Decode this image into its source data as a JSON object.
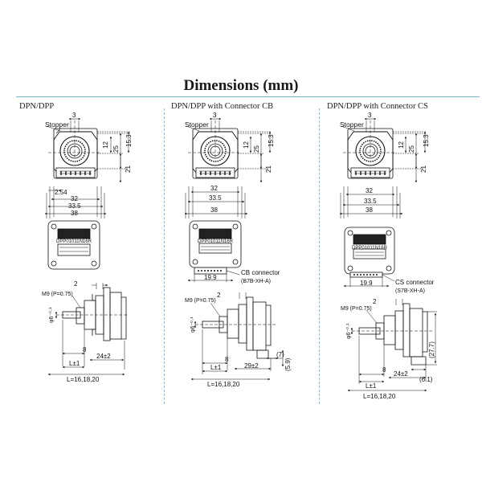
{
  "page_title": "Dimensions (mm)",
  "columns": [
    {
      "heading": "DPN/DPP",
      "labels": {
        "stopper": "Stopper",
        "d3": "3",
        "d12": "12",
        "d15_3": "15.3",
        "d25": "25",
        "d21": "21",
        "d2_54": "2.54",
        "d32": "32",
        "d33_5": "33.5",
        "d38": "38",
        "part_number": "DPP01011N16R",
        "m9": "M9 (P=0.75)",
        "d2": "2",
        "shaft_dia": "φ6⁻⁰·¹",
        "d8": "8",
        "d24": "24±2",
        "L_tol": "L±1",
        "L_values": "L=16,18,20"
      }
    },
    {
      "heading": "DPN/DPP with Connector CB",
      "labels": {
        "stopper": "Stopper",
        "d3": "3",
        "d12": "12",
        "d15_3": "15.3",
        "d25": "25",
        "d21": "21",
        "d32": "32",
        "d33_5": "33.5",
        "d38": "38",
        "part_number": "DPP01011N16R",
        "d19_9": "19.9",
        "connector": "CB connector",
        "connector_type": "(B7B-XH-A)",
        "m9": "M9 (P=0.75)",
        "d2": "2",
        "shaft_dia": "φ6⁻⁰·¹",
        "d8": "8",
        "d7": "(7)",
        "d29": "29±2",
        "d5_9": "(5.9)",
        "L_tol": "L±1",
        "L_values": "L=16,18,20"
      }
    },
    {
      "heading": "DPN/DPP with Connector CS",
      "labels": {
        "stopper": "Stopper",
        "d3": "3",
        "d12": "12",
        "d15_3": "15.3",
        "d25": "25",
        "d21": "21",
        "d32": "32",
        "d33_5": "33.5",
        "d38": "38",
        "part_number": "DPP01011N16R",
        "d19_9": "19.9",
        "connector": "CS connector",
        "connector_type": "(S7B-XH-A)",
        "m9": "M9 (P=0.75)",
        "d2": "2",
        "shaft_dia": "φ6⁻⁰·¹",
        "d8": "8",
        "d27_7": "(27.7)",
        "d24": "24±2",
        "d6_1": "(6.1)",
        "L_tol": "L±1",
        "L_values": "L=16,18,20"
      }
    }
  ],
  "colors": {
    "rule": "#7fb3c8",
    "separator": "#8fb8d0",
    "ink": "#111111",
    "label_plate": "#222222"
  },
  "icons": [
    "arrow-icon"
  ]
}
